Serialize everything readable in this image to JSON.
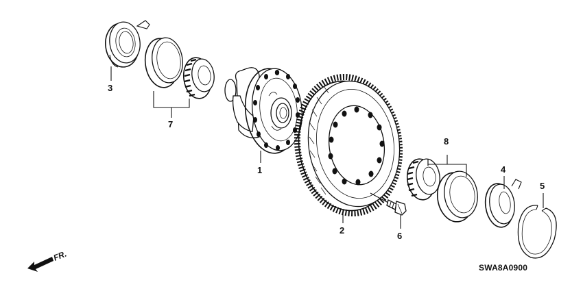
{
  "callouts": {
    "c1": "1",
    "c2": "2",
    "c3": "3",
    "c4": "4",
    "c5": "5",
    "c6": "6",
    "c7": "7",
    "c8": "8"
  },
  "direction_label": "FR.",
  "diagram_code": "SWA8A0900"
}
